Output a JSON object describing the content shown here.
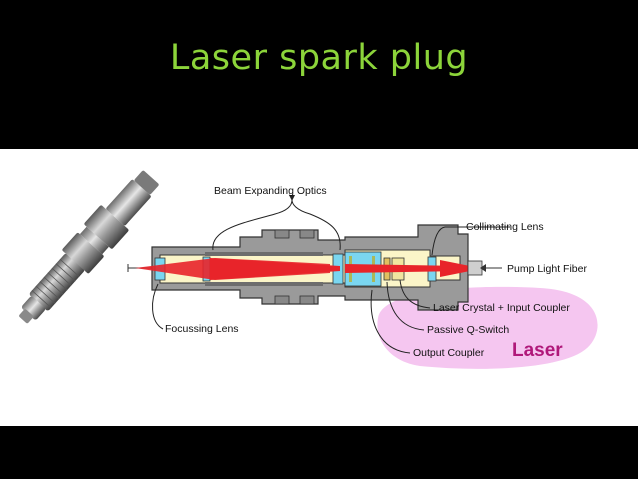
{
  "slide": {
    "title": "Laser spark plug"
  },
  "diagram": {
    "labels": {
      "beam_expanding_optics": "Beam Expanding Optics",
      "collimating_lens": "Collimating Lens",
      "pump_light_fiber": "Pump Light Fiber",
      "laser_crystal": "Laser Crystal  + Input Coupler",
      "passive_q_switch": "Passive Q-Switch",
      "output_coupler": "Output Coupler",
      "focussing_lens": "Focussing Lens",
      "laser": "Laser"
    }
  },
  "colors": {
    "title": "#8cd43a",
    "laser_text": "#b0187a",
    "highlight": "#f5c6f0",
    "beam": "#e8242a",
    "metal": "#9a9a9a"
  }
}
